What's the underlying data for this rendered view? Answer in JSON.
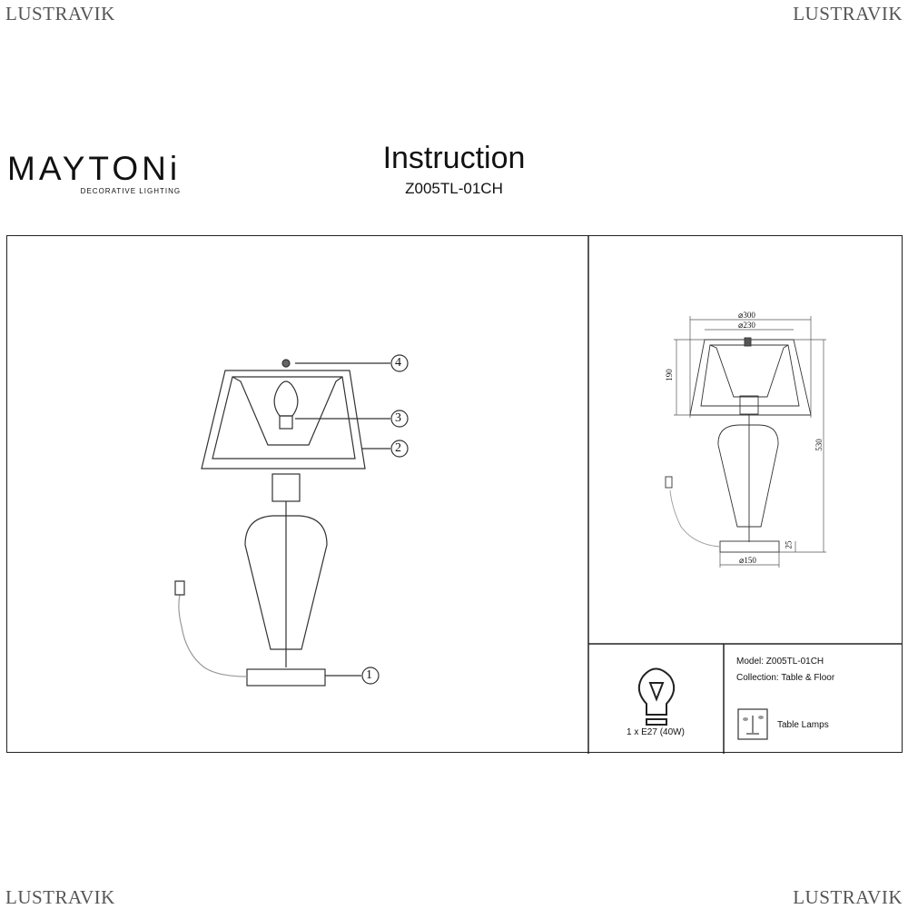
{
  "watermark": "LUSTRAVIK",
  "brand": {
    "name": "MAYTONi",
    "tagline": "DECORATIVE LIGHTING"
  },
  "header": {
    "title": "Instruction",
    "model": "Z005TL-01CH"
  },
  "callouts": [
    "1",
    "2",
    "3",
    "4"
  ],
  "dimensions": {
    "shade_outer": "⌀300",
    "shade_inner": "⌀230",
    "shade_height": "190",
    "total_height": "530",
    "base_height": "25",
    "base_diameter": "⌀150"
  },
  "specs": {
    "bulb": "1 x E27 (40W)",
    "model_line": "Model: Z005TL-01CH",
    "collection_line": "Collection: Table & Floor",
    "category": "Table Lamps"
  }
}
